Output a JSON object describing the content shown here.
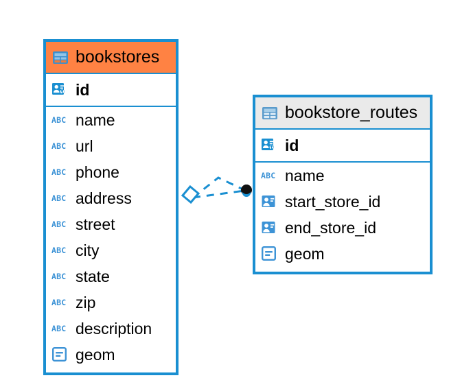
{
  "diagram": {
    "type": "entity-relationship-diagram",
    "background": "#ffffff",
    "accent_color": "#1a8fd1",
    "highlight_color": "#ff8243",
    "neutral_header_color": "#eaeaea"
  },
  "tables": [
    {
      "name": "bookstores",
      "header_style": "accent",
      "table_icon": "table-icon",
      "primary_key": {
        "name": "id",
        "icon": "primary-key-icon"
      },
      "fields": [
        {
          "name": "name",
          "icon": "text-field-icon"
        },
        {
          "name": "url",
          "icon": "text-field-icon"
        },
        {
          "name": "phone",
          "icon": "text-field-icon"
        },
        {
          "name": "address",
          "icon": "text-field-icon"
        },
        {
          "name": "street",
          "icon": "text-field-icon"
        },
        {
          "name": "city",
          "icon": "text-field-icon"
        },
        {
          "name": "state",
          "icon": "text-field-icon"
        },
        {
          "name": "zip",
          "icon": "text-field-icon"
        },
        {
          "name": "description",
          "icon": "text-field-icon"
        },
        {
          "name": "geom",
          "icon": "geometry-field-icon"
        }
      ]
    },
    {
      "name": "bookstore_routes",
      "header_style": "neutral",
      "table_icon": "table-icon",
      "primary_key": {
        "name": "id",
        "icon": "primary-key-icon"
      },
      "fields": [
        {
          "name": "name",
          "icon": "text-field-icon"
        },
        {
          "name": "start_store_id",
          "icon": "foreign-key-icon"
        },
        {
          "name": "end_store_id",
          "icon": "foreign-key-icon"
        },
        {
          "name": "geom",
          "icon": "geometry-field-icon"
        }
      ]
    }
  ],
  "relationship": {
    "style": "dashed",
    "color": "#1a8fd1",
    "source_marker": "diamond-marker",
    "target_marker": "filled-circle-marker",
    "notation": "crow-foot"
  }
}
